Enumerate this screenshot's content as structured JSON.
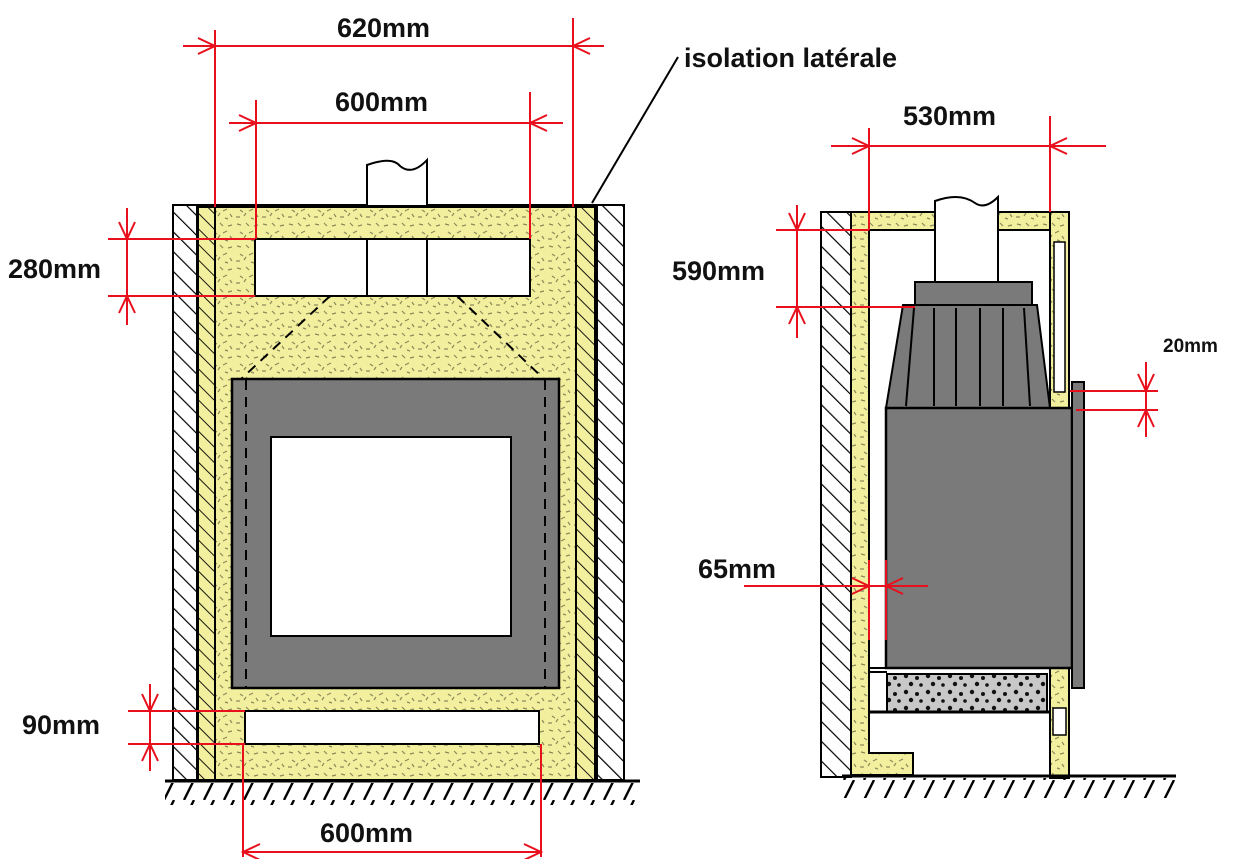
{
  "colors": {
    "dimension": "#e8101c",
    "insulation": "#f2ef9e",
    "insulation_speckle": "#8c8a5a",
    "steel": "#7a7a7a",
    "steel_dark": "#555555",
    "outline": "#000000",
    "glass": "#ffffff",
    "gravel": "#c8c8c8"
  },
  "front_view": {
    "width_outer": "620mm",
    "width_inner": "600mm",
    "top_height": "280mm",
    "bottom_height": "90mm",
    "bottom_width": "600mm",
    "callout": "isolation latérale"
  },
  "side_view": {
    "depth": "530mm",
    "height": "590mm",
    "gap": "20mm",
    "rear_clearance": "65mm"
  }
}
